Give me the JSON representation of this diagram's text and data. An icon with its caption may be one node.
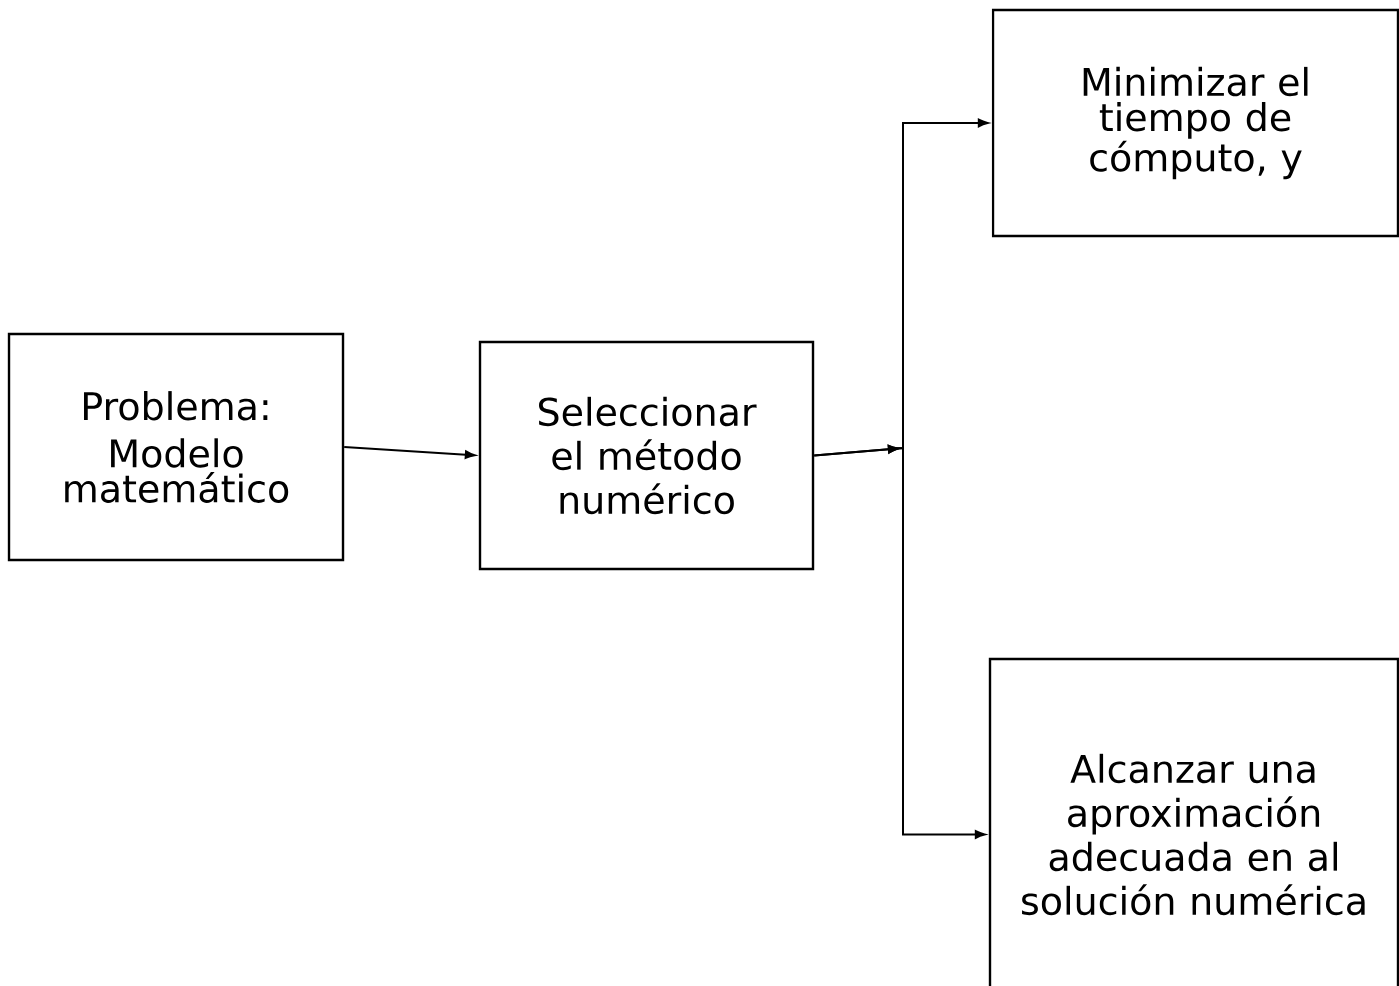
{
  "diagram": {
    "nodes": [
      {
        "text": [
          "Problema:",
          "Modelo matemático"
        ]
      },
      {
        "text": [
          "Seleccionar el método numérico"
        ]
      },
      {
        "text": [
          "Minimizar el tiempo de cómputo, y"
        ]
      },
      {
        "text": [
          "Alcanzar una aproximación adecuada en al solución numérica"
        ]
      }
    ],
    "edges": [
      {
        "from": 0,
        "to": 1,
        "arrow": "to"
      },
      {
        "from": 1,
        "to": 2,
        "arrow": "to"
      },
      {
        "from": 1,
        "to": 3,
        "arrow": "to"
      }
    ]
  }
}
